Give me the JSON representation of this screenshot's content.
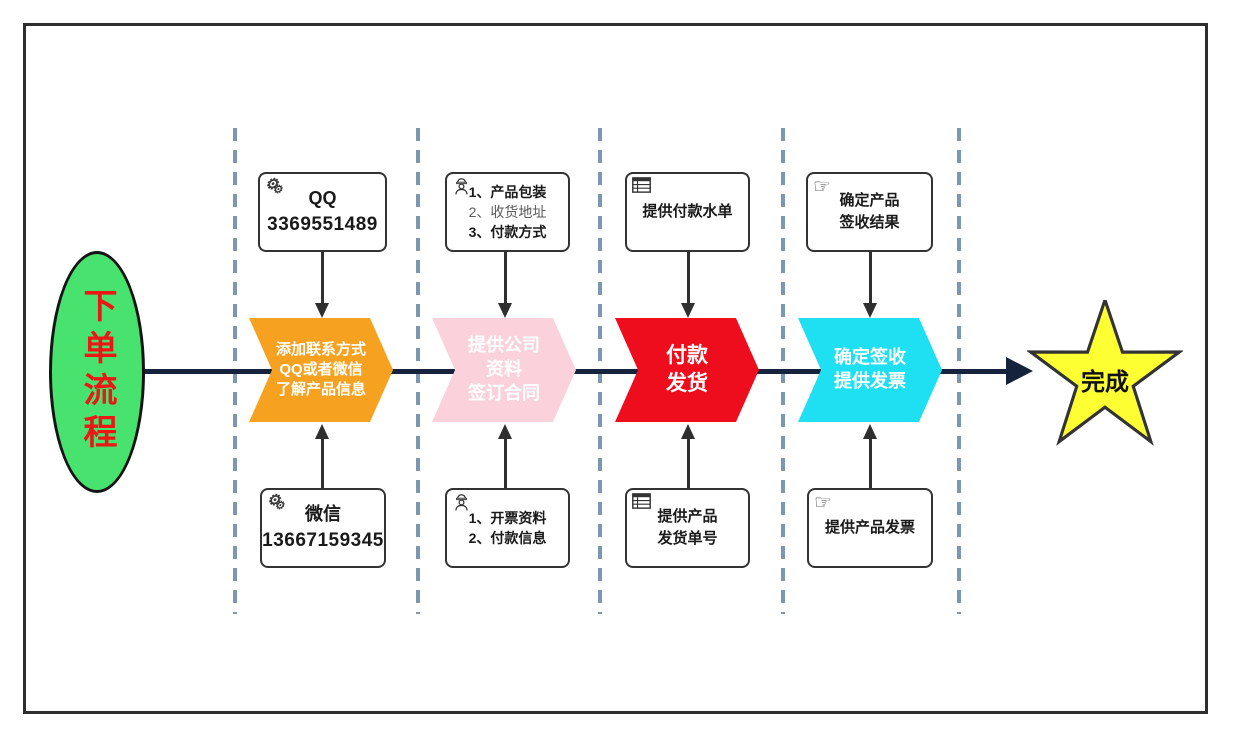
{
  "oval": {
    "label": "下单流程"
  },
  "star": {
    "label": "完成"
  },
  "icons": {
    "gear": "⚙",
    "hand": "☞"
  },
  "colors": {
    "stage1": "#F7A120",
    "stage2": "#FBD2DB",
    "stage3": "#EE0D1C",
    "stage4": "#1FDFF2",
    "oval_fill": "#48E26F",
    "oval_text": "#EC1616",
    "star_fill": "#FEFF33",
    "flow_line": "#16233C",
    "lane_dash": "#7D97B3"
  },
  "stages": [
    {
      "chevron_lines": [
        "添加联系方式",
        "QQ或者微信",
        "了解产品信息"
      ],
      "top_box": {
        "icon": "gears-icon",
        "lines": [
          "QQ",
          "3369551489"
        ]
      },
      "bottom_box": {
        "icon": "gears-icon",
        "lines": [
          "微信",
          "13667159345"
        ]
      }
    },
    {
      "chevron_lines": [
        "提供公司",
        "资料",
        "签订合同"
      ],
      "top_box": {
        "icon": "engineer-icon",
        "lines": [
          "1、产品包装",
          "2、收货地址",
          "3、付款方式"
        ]
      },
      "bottom_box": {
        "icon": "engineer-icon",
        "lines": [
          "1、开票资料",
          "2、付款信息"
        ]
      }
    },
    {
      "chevron_lines": [
        "付款",
        "发货"
      ],
      "top_box": {
        "icon": "table-icon",
        "lines": [
          "提供付款水单"
        ]
      },
      "bottom_box": {
        "icon": "table-icon",
        "lines": [
          "提供产品",
          "发货单号"
        ]
      }
    },
    {
      "chevron_lines": [
        "确定签收",
        "提供发票"
      ],
      "top_box": {
        "icon": "hand-icon",
        "lines": [
          "确定产品",
          "签收结果"
        ]
      },
      "bottom_box": {
        "icon": "hand-icon",
        "lines": [
          "提供产品发票"
        ]
      }
    }
  ]
}
